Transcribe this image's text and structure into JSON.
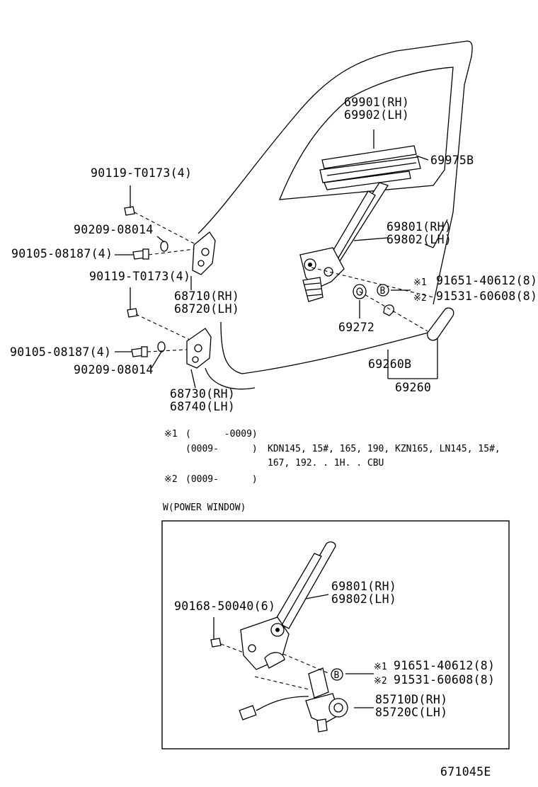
{
  "parts": {
    "glass": [
      "69901(RH)",
      "69902(LH)"
    ],
    "run_channel": "69975B",
    "bolt_a": "90119-T0173(4)",
    "washer_a": "90209-08014",
    "screw_a": "90105-08187(4)",
    "bolt_b": "90119-T0173(4)",
    "hinge_upper": [
      "68710(RH)",
      "68720(LH)"
    ],
    "screw_b": "90105-08187(4)",
    "washer_b": "90209-08014",
    "hinge_lower": [
      "68730(RH)",
      "68740(LH)"
    ],
    "regulator": [
      "69801(RH)",
      "69802(LH)"
    ],
    "fasteners": [
      "91651-40612(8)",
      "91531-60608(8)"
    ],
    "marks": [
      "※1",
      "※2"
    ],
    "b_mark": "B",
    "washer_c": "69272",
    "handle_parts": [
      "69260B",
      "69260"
    ]
  },
  "notes": {
    "n1_mark": "※1",
    "n1_range": "(      -0009)",
    "n1b_range": "(0009-      )",
    "n1b_models_line1": "KDN145, 15#, 165, 190, KZN165, LN145, 15#,",
    "n1b_models_line2": "167, 192. . 1H. . CBU",
    "n2_mark": "※2",
    "n2_range": "(0009-      )"
  },
  "power_window": {
    "title": "W(POWER WINDOW)",
    "bolt": "90168-50040(6)",
    "regulator": [
      "69801(RH)",
      "69802(LH)"
    ],
    "marks": [
      "※1",
      "※2"
    ],
    "b_mark": "B",
    "fasteners": [
      "91651-40612(8)",
      "91531-60608(8)"
    ],
    "motor": [
      "85710D(RH)",
      "85720C(LH)"
    ]
  },
  "figure_code": "671045E"
}
